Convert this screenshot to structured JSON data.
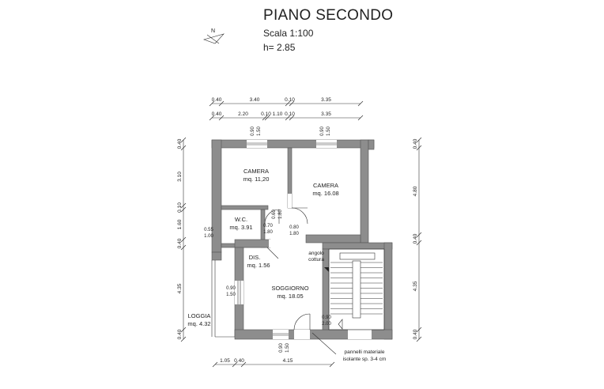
{
  "header": {
    "title": "PIANO SECONDO",
    "scale": "Scala 1:100",
    "height": "h= 2.85"
  },
  "compass": {
    "label": "N"
  },
  "rooms": {
    "camera1": {
      "name": "CAMERA",
      "area": "mq. 11,20"
    },
    "camera2": {
      "name": "CAMERA",
      "area": "mq. 16.08"
    },
    "wc": {
      "name": "W.C.",
      "area": "mq. 3.91"
    },
    "dis": {
      "name": "DIS.",
      "area": "mq. 1.56"
    },
    "soggiorno": {
      "name": "SOGGIORNO",
      "area": "mq. 18.05"
    },
    "loggia": {
      "name": "LOGGIA",
      "area": "mq. 4.32"
    }
  },
  "labels": {
    "angolo": "angolo",
    "cottura": "cottura",
    "pannelli_1": "pannelli materiale",
    "pannelli_2": "isolante sp. 3-4 cm"
  },
  "openings": {
    "win_top1_a": "0.90",
    "win_top1_b": "1.50",
    "win_top2_a": "0.90",
    "win_top2_b": "1.50",
    "door_wc_a": "0.70",
    "door_wc_b": "1.80",
    "door_cam_a": "0.80",
    "door_cam_b": "1.80",
    "door_dis_a": "0.60",
    "door_dis_b": "1.80",
    "door_log_a": "0.90",
    "door_log_b": "1.50",
    "win_log_a": "0.55",
    "win_log_b": "1.00",
    "door_ent_a": "0.90",
    "door_ent_b": "2.00"
  },
  "dims": {
    "top1": [
      "0.40",
      "3.40",
      "0.10",
      "3.35"
    ],
    "top2": [
      "0.40",
      "2.20",
      "0.10",
      "1.10",
      "0.10",
      "3.35"
    ],
    "left": [
      "0.40",
      "3.10",
      "0.10",
      "1.60",
      "0.40",
      "4.35",
      "0.40"
    ],
    "right": [
      "0.40",
      "4.80",
      "0.40",
      "4.35",
      "0.40"
    ],
    "bottom": [
      "1.05",
      "0.40",
      "4.15"
    ]
  }
}
